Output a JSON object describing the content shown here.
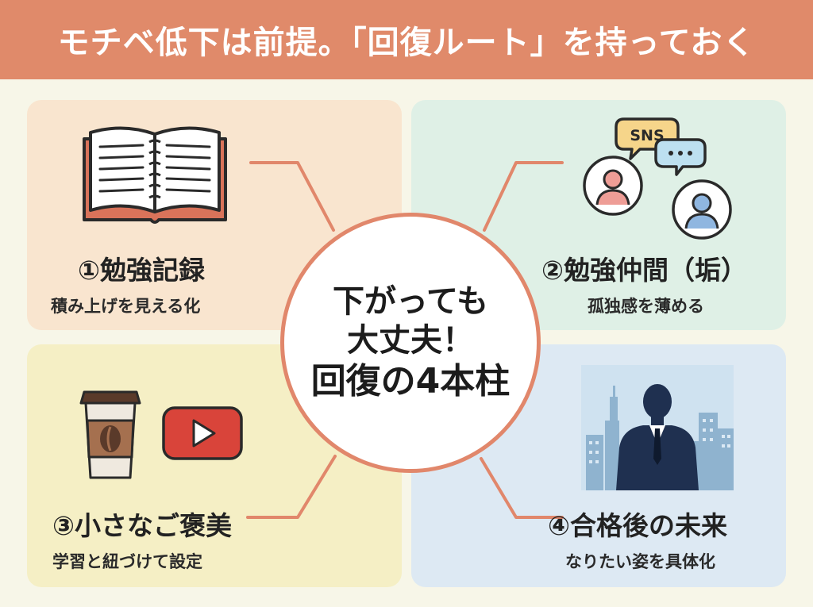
{
  "header": {
    "title": "モチベ低下は前提。「回復ルート」を持っておく"
  },
  "center": {
    "line1": "下がっても",
    "line2": "大丈夫！",
    "line3": "回復の4本柱"
  },
  "pillars": [
    {
      "title": "①勉強記録",
      "subtitle": "積み上げを見える化",
      "icon": "open-book-icon"
    },
    {
      "title": "②勉強仲間（垢）",
      "subtitle": "孤独感を薄める",
      "icon": "sns-friends-icon",
      "bubble_label": "SNS"
    },
    {
      "title": "③小さなご褒美",
      "subtitle": "学習と紐づけて設定",
      "icon": "coffee-video-icon"
    },
    {
      "title": "④合格後の未来",
      "subtitle": "なりたい姿を具体化",
      "icon": "future-self-icon"
    }
  ],
  "colors": {
    "header_bg": "#e08a6a",
    "accent": "#e1876b",
    "panel_1": "#f9e5cf",
    "panel_2": "#dff0e6",
    "panel_3": "#f5efc5",
    "panel_4": "#dde9f3",
    "page_bg": "#f7f6e8"
  }
}
